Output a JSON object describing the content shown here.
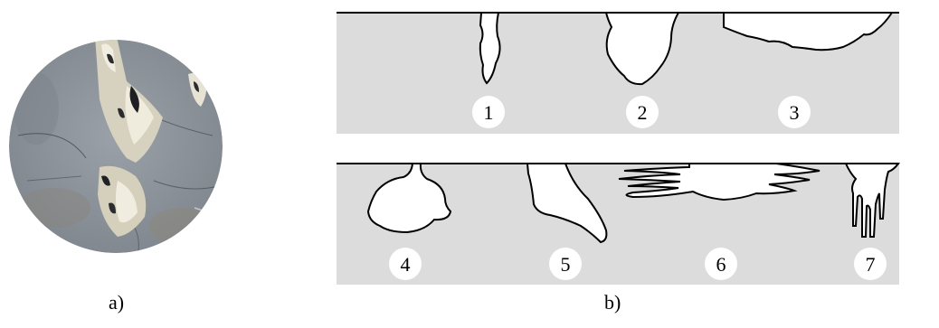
{
  "panels": {
    "a": {
      "caption": "a)"
    },
    "b": {
      "caption": "b)",
      "defect_labels": [
        "1",
        "2",
        "3",
        "4",
        "5",
        "6",
        "7"
      ]
    }
  },
  "colors": {
    "strip_fill": "#dcdcdc",
    "outline": "#000000",
    "photo_base": "#8d949b",
    "label_circle": "#ffffff"
  }
}
